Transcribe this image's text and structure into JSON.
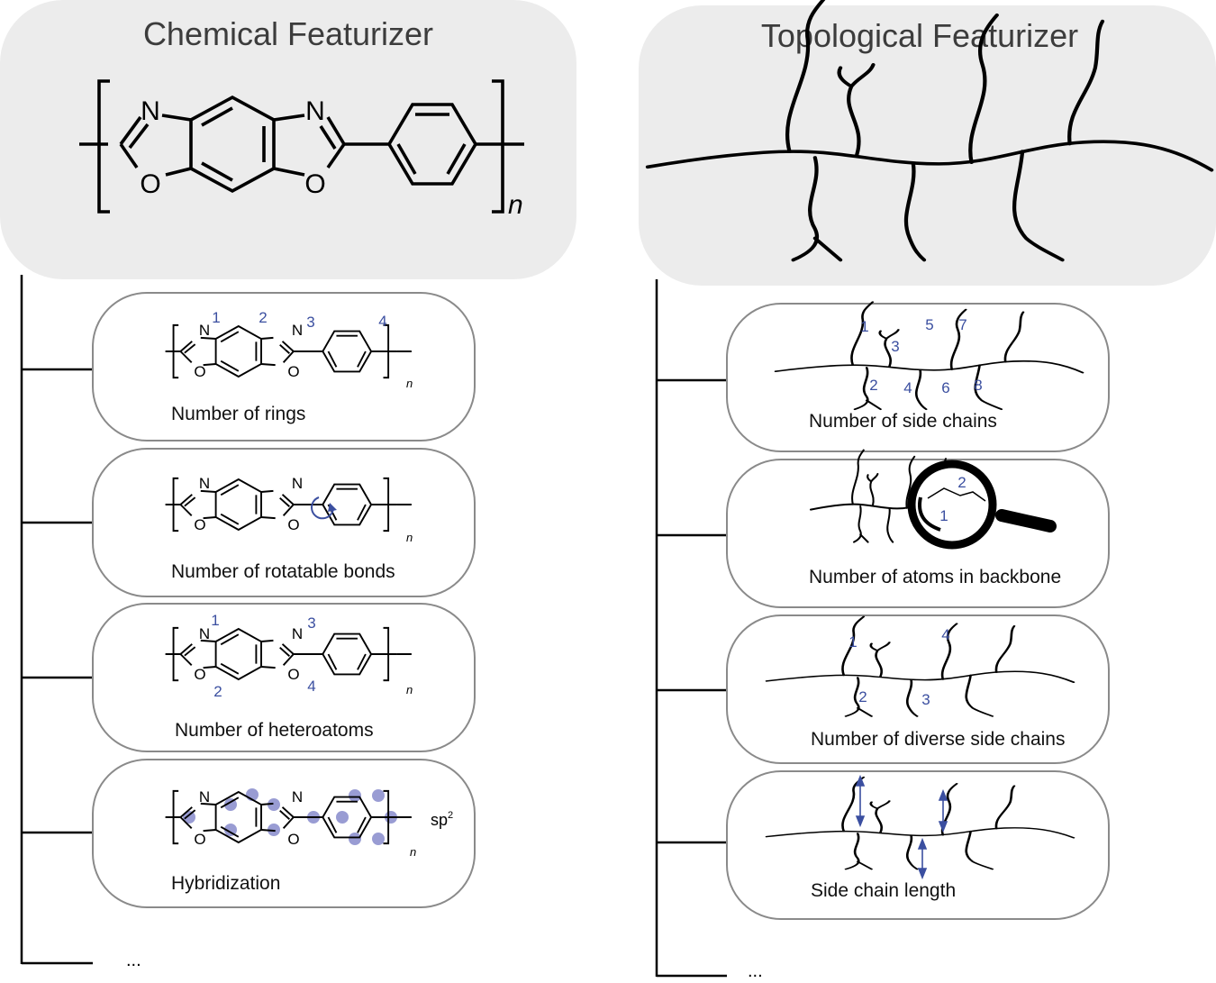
{
  "chemical": {
    "title": "Chemical Featurizer",
    "repeat_subscript": "n",
    "atoms": {
      "nitrogen": "N",
      "oxygen": "O"
    },
    "features": [
      {
        "label": "Number of rings",
        "marks": [
          "1",
          "2",
          "3",
          "4"
        ]
      },
      {
        "label": "Number of rotatable bonds",
        "marks": []
      },
      {
        "label": "Number of heteroatoms",
        "marks": [
          "1",
          "2",
          "3",
          "4"
        ]
      },
      {
        "label": "Hybridization",
        "marks": [
          "sp2"
        ]
      }
    ],
    "more": "..."
  },
  "topological": {
    "title": "Topological Featurizer",
    "features": [
      {
        "label": "Number of side chains",
        "marks": [
          "1",
          "2",
          "3",
          "4",
          "5",
          "6",
          "7",
          "8"
        ]
      },
      {
        "label": "Number of atoms in backbone",
        "marks": [
          "1",
          "2"
        ]
      },
      {
        "label": "Number of diverse side chains",
        "marks": [
          "1",
          "2",
          "3",
          "4"
        ]
      },
      {
        "label": "Side chain length",
        "marks": []
      }
    ],
    "more": "..."
  },
  "colors": {
    "panel": "#ececec",
    "border": "#8a8a8a",
    "accent": "#3b4fa0",
    "highlight": "#8e92cf"
  }
}
